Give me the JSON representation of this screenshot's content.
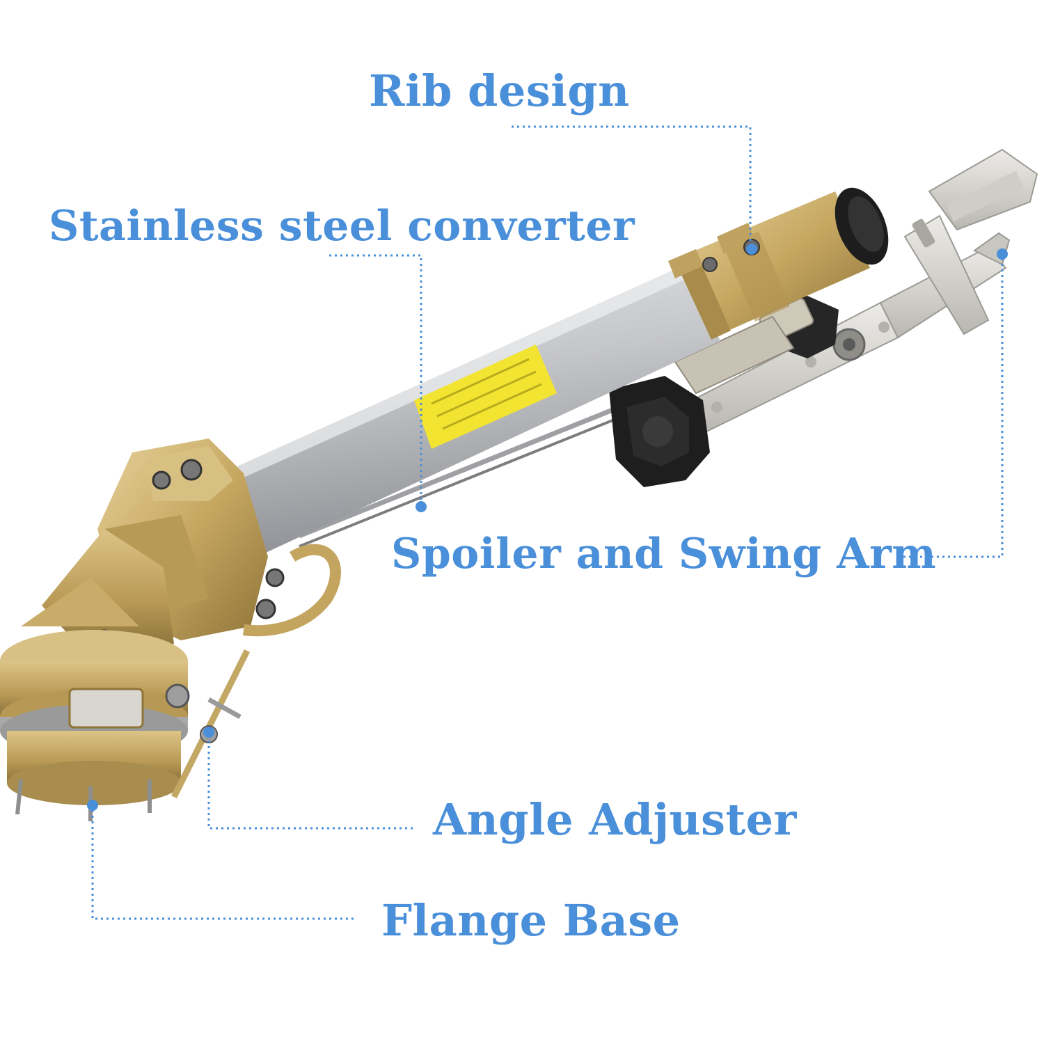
{
  "colors": {
    "accent": "#4a8fd9",
    "brass": "#c8aa66",
    "aluminum": "#c9cacd",
    "steel": "#d6d4cf",
    "black_part": "#1f1f1f",
    "warning_label": "#f2e430"
  },
  "callouts": [
    {
      "id": "rib",
      "text": "Rib design"
    },
    {
      "id": "converter",
      "text": "Stainless steel converter"
    },
    {
      "id": "spoiler",
      "text": "Spoiler and Swing Arm"
    },
    {
      "id": "angle",
      "text": "Angle Adjuster"
    },
    {
      "id": "flange",
      "text": "Flange Base"
    }
  ]
}
